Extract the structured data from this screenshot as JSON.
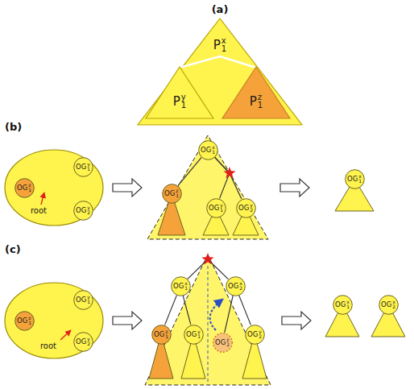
{
  "diagram": {
    "nodes": [
      {
        "text": [
          "P",
          "x",
          "1"
        ]
      },
      {
        "text": [
          "P",
          "y",
          "1"
        ],
        "in": 0
      },
      {
        "text": [
          "P",
          "z",
          "1"
        ],
        "in": 0
      },
      {
        "text": [
          "root"
        ]
      },
      {
        "text": [
          "OG",
          "z",
          "1"
        ],
        "in": 3
      },
      {
        "text": [
          "OG",
          "y",
          "1"
        ],
        "in": 3
      },
      {
        "text": [
          "OG",
          "y",
          "2"
        ],
        "in": 3
      },
      {
        "text": [
          "OG",
          "x",
          "1"
        ]
      },
      {
        "text": [
          "OG",
          "z",
          "1"
        ]
      },
      {
        "text": [
          "OG",
          "y",
          "1"
        ]
      },
      {
        "text": [
          "OG",
          "y",
          "2"
        ]
      },
      {
        "text": [
          "OG",
          "x",
          "1"
        ]
      },
      {
        "text": [
          "root"
        ]
      },
      {
        "text": [
          "OG",
          "z",
          "1"
        ],
        "in": 12
      },
      {
        "text": [
          "OG",
          "y",
          "1"
        ],
        "in": 12
      },
      {
        "text": [
          "OG",
          "y",
          "2"
        ],
        "in": 12
      },
      {
        "text": [
          "OG",
          "x",
          "1"
        ]
      },
      {
        "text": [
          "OG",
          "x",
          "2"
        ]
      },
      {
        "text": [
          "OG",
          "z",
          "1"
        ]
      },
      {
        "text": [
          "OG",
          "y",
          "1"
        ]
      },
      {
        "text": [
          "OG",
          "z",
          "2"
        ]
      },
      {
        "text": [
          "OG",
          "y",
          "2"
        ]
      },
      {
        "text": [
          "OG",
          "x",
          "1"
        ]
      },
      {
        "text": [
          "OG",
          "x",
          "2"
        ]
      }
    ],
    "edges": [
      {
        "from": 4,
        "to": 5,
        "arrow": "none"
      },
      {
        "from": 4,
        "to": 6,
        "arrow": "none"
      },
      {
        "from": 7,
        "to": 8,
        "arrow": "none"
      },
      {
        "from": 7,
        "to": 9,
        "arrow": "none"
      },
      {
        "from": 7,
        "to": 10,
        "arrow": "none"
      },
      {
        "from": 13,
        "to": 14,
        "arrow": "none"
      },
      {
        "from": 13,
        "to": 15,
        "arrow": "none"
      },
      {
        "from": 16,
        "to": 18,
        "arrow": "none"
      },
      {
        "from": 16,
        "to": 19,
        "arrow": "none"
      },
      {
        "from": 17,
        "to": 20,
        "arrow": "none"
      },
      {
        "from": 17,
        "to": 21,
        "arrow": "none"
      }
    ],
    "labels": [
      "(a)",
      "(b)",
      "(c)"
    ]
  }
}
